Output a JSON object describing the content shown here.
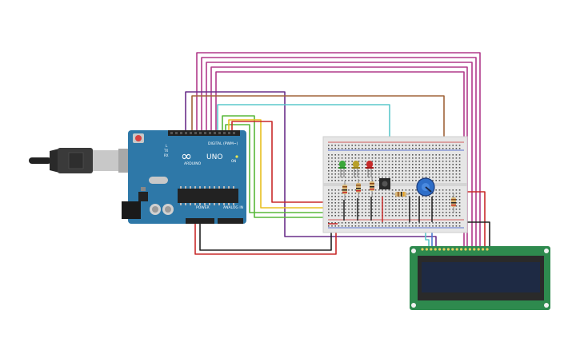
{
  "arduino": {
    "brand": "ARDUINO",
    "model": "UNO",
    "digital_label": "DIGITAL (PWM~)",
    "power_label": "POWER",
    "analog_label": "ANALOG IN",
    "tx_label": "TX",
    "rx_label": "RX",
    "l_label": "L",
    "on_label": "ON",
    "logo_symbol": "∞"
  },
  "colors": {
    "arduino_board": "#2e78a8",
    "breadboard": "#e6e6e6",
    "lcd_board": "#2e8a4e",
    "lcd_screen": "#1e2a44",
    "wire_magenta": "#b03a8a",
    "wire_purple": "#6a2f8a",
    "wire_brown": "#a0643a",
    "wire_cyan": "#5bc8cc",
    "wire_green": "#58b83a",
    "wire_yellow": "#e8c020",
    "wire_red": "#c82a2a",
    "wire_black": "#222222",
    "led_green": "#3aa83a",
    "led_yellow": "#b8a028",
    "led_red": "#c82a2a",
    "potentiometer": "#2e6ec8"
  },
  "icons": [
    "usb-cable-icon",
    "arduino-logo-icon",
    "led-icon",
    "resistor-icon",
    "pushbutton-icon",
    "potentiometer-icon",
    "lcd-icon"
  ]
}
